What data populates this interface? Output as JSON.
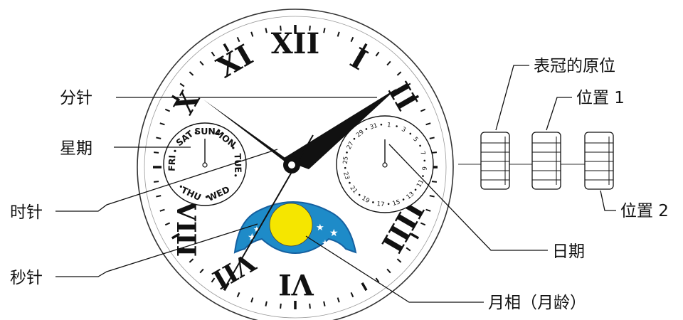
{
  "labels": {
    "minute_hand": "分针",
    "weekday": "星期",
    "hour_hand": "时针",
    "second_hand": "秒针",
    "crown_original": "表冠的原位",
    "position_1": "位置 1",
    "position_2": "位置 2",
    "date": "日期",
    "moon_phase": "月相（月龄）"
  },
  "numerals": [
    "XII",
    "I",
    "II",
    "IIII",
    "VI",
    "VII",
    "VIII",
    "X",
    "XI"
  ],
  "weekdays": [
    "SUN",
    "MON",
    "TUE",
    "WED",
    "THU",
    "FRI",
    "SAT"
  ],
  "dates": [
    "1",
    "3",
    "5",
    "7",
    "9",
    "11",
    "13",
    "15",
    "17",
    "19",
    "21",
    "23",
    "25",
    "27",
    "29",
    "31"
  ],
  "colors": {
    "ink": "#111111",
    "moon_sky": "#1e8bc8",
    "moon_outline": "#1560a0",
    "moon": "#f5e600"
  }
}
